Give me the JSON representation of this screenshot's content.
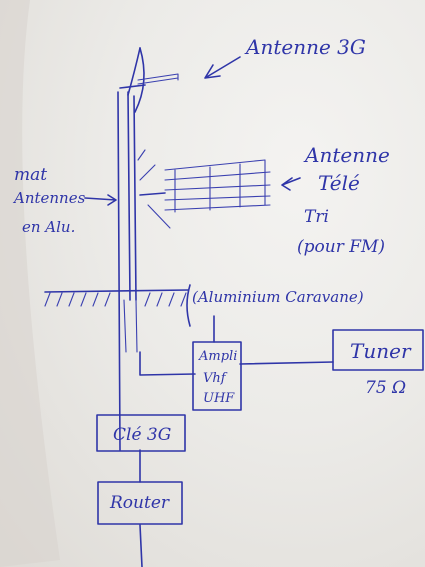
{
  "labels": {
    "antenne_3g": "Antenne 3G",
    "antenne_tele": "Antenne",
    "antenne_tele_2": "Télé",
    "antenne_tele_3": "Tri",
    "antenne_tele_4": "(pour FM)",
    "mat_1": "mat",
    "mat_2": "Antennes",
    "mat_3": "en Alu.",
    "aluminium": "(Aluminium Caravane)",
    "ampli_1": "Ampli",
    "ampli_2": "Vhf",
    "ampli_3": "UHF",
    "tuner": "Tuner",
    "impedance": "75 Ω",
    "cle_3g": "Clé 3G",
    "router": "Router"
  },
  "colors": {
    "ink": "#2f35a8",
    "paper": "#ecebe8"
  }
}
